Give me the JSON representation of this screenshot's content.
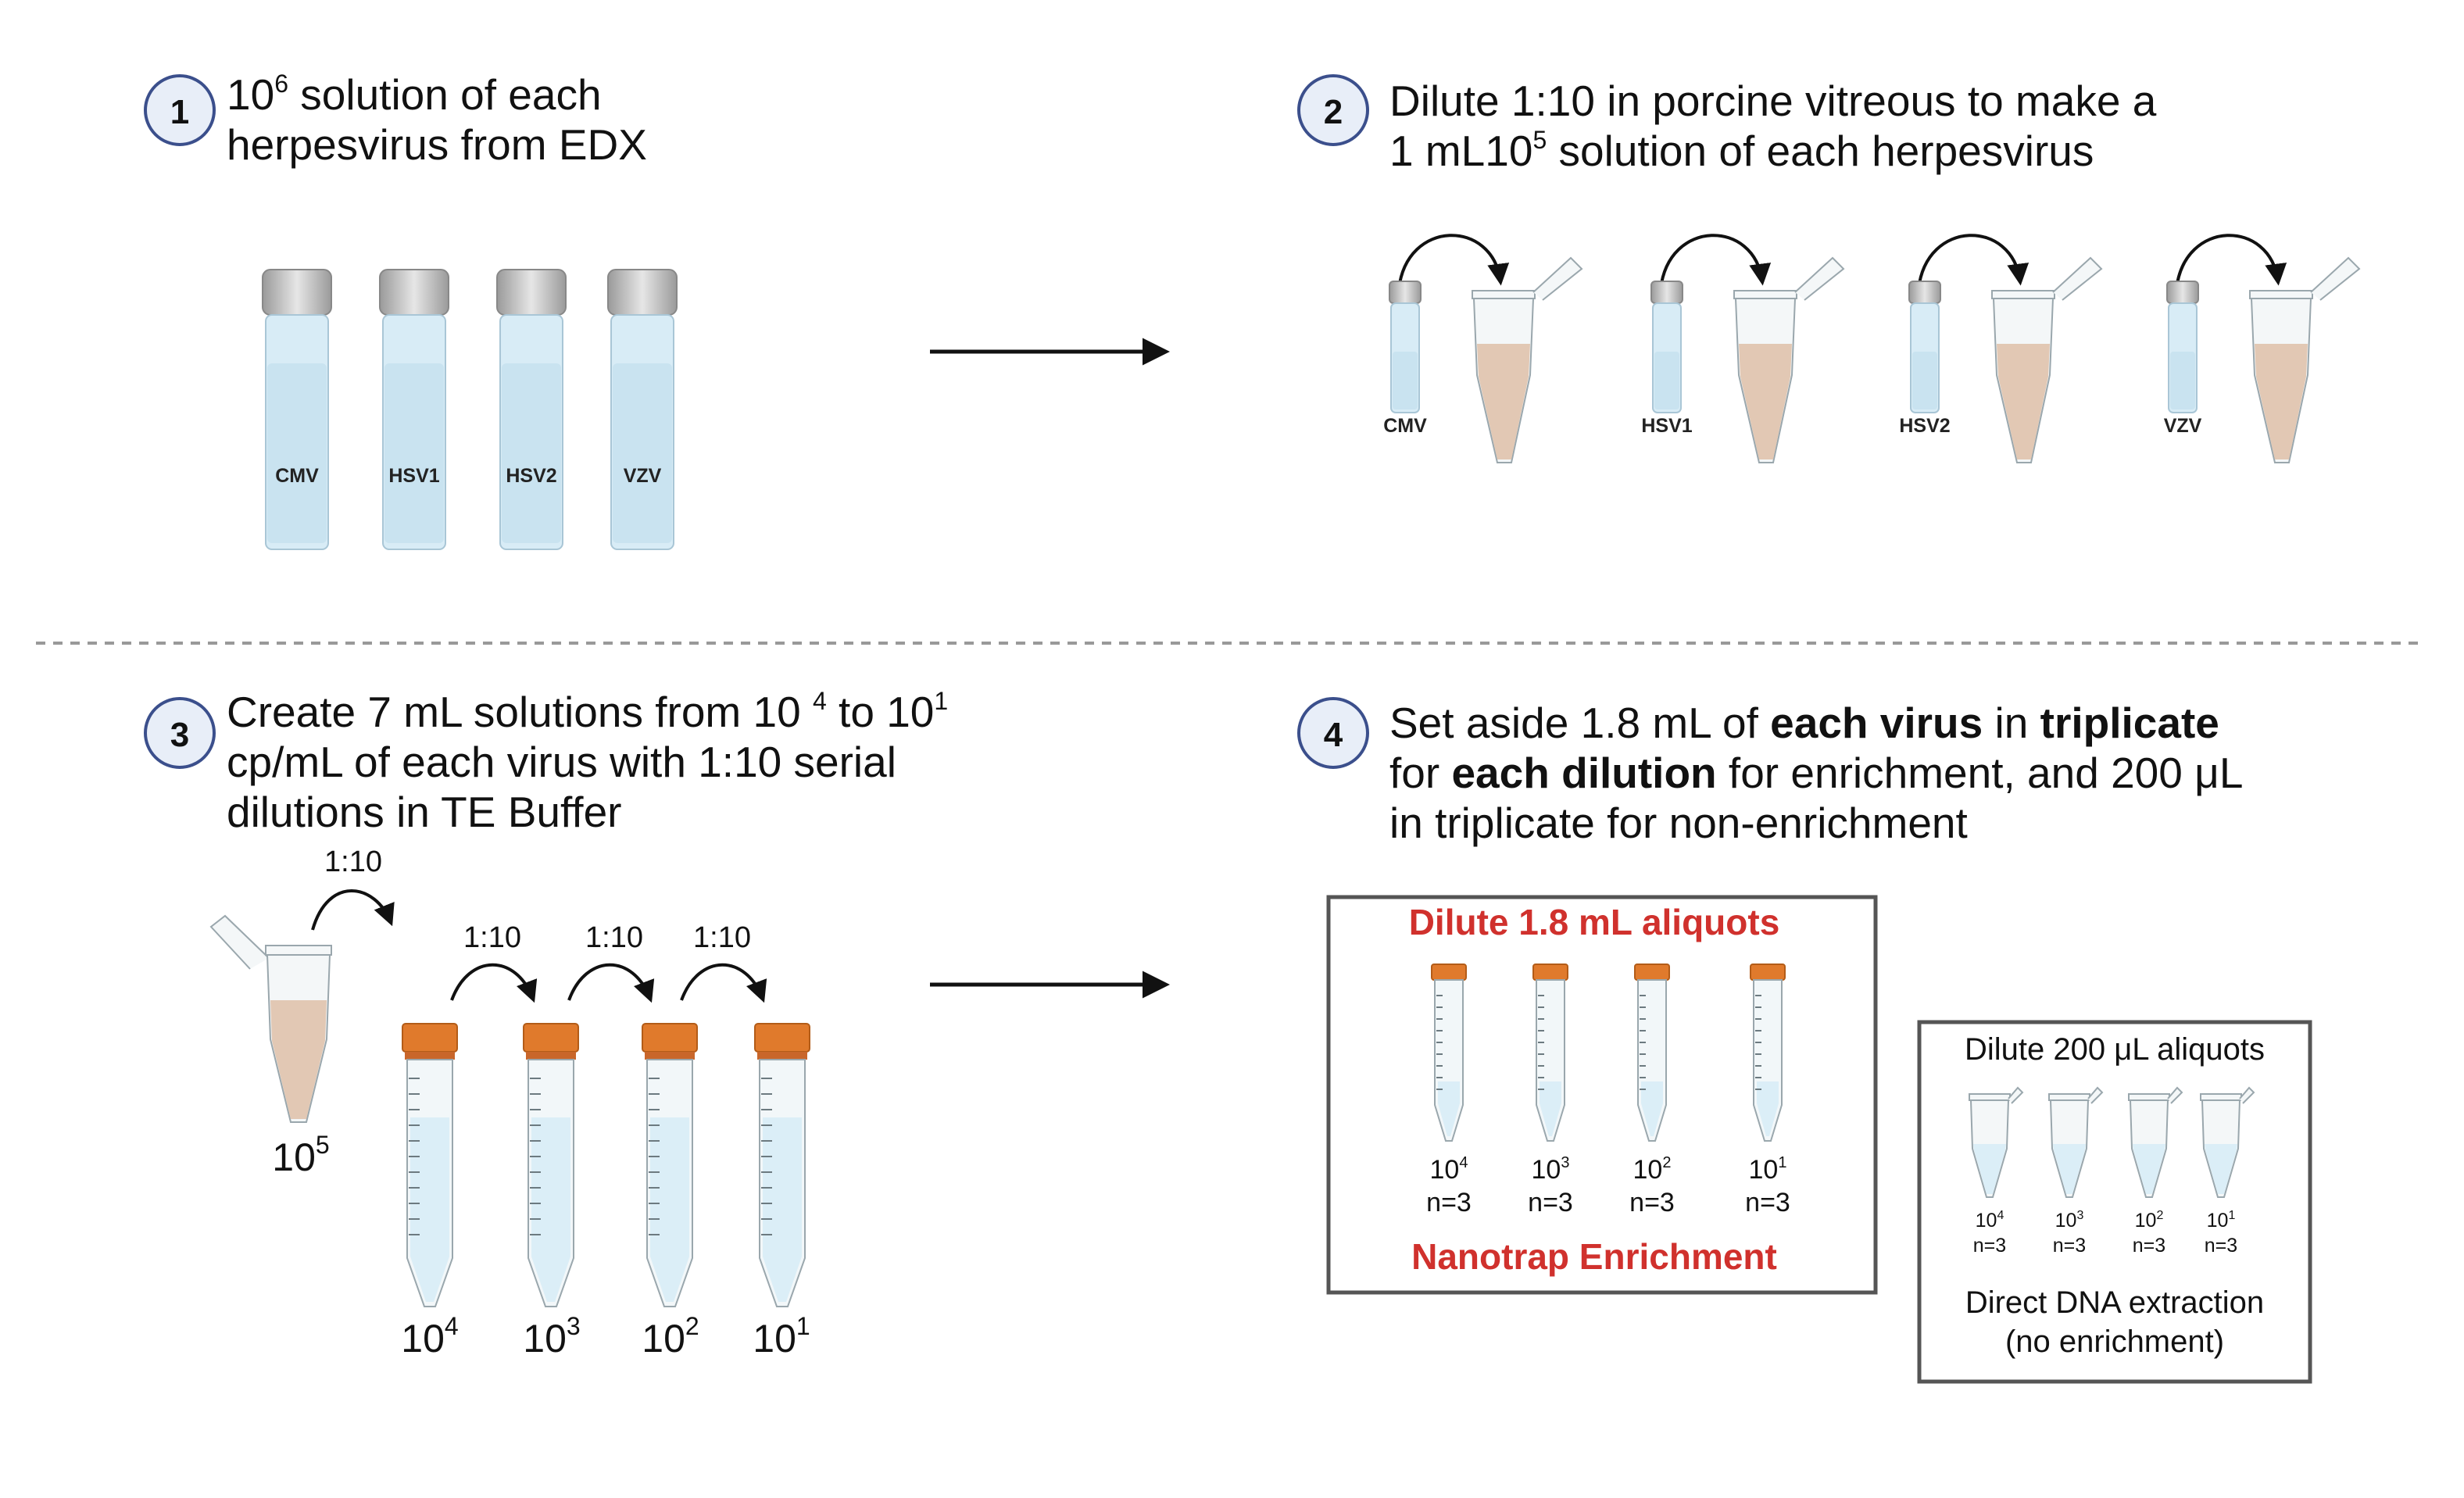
{
  "steps": [
    {
      "num": "1",
      "line1_base": "10",
      "line1_sup": "6",
      "line1_rest": " solution of each",
      "line2": "herpesvirus from EDX"
    },
    {
      "num": "2",
      "line1": "Dilute 1:10 in porcine vitreous to make a",
      "line2_base": "1 mL10",
      "line2_sup": "5",
      "line2_rest": " solution of each herpesvirus"
    },
    {
      "num": "3",
      "line1_a": "Create 7 mL solutions from 10 ",
      "line1_sup1": "4",
      "line1_b": " to 10",
      "line1_sup2": "1",
      "line2": "cp/mL of each virus with 1:10 serial",
      "line3": "dilutions in TE Buffer"
    },
    {
      "num": "4",
      "line1_a": "Set aside 1.8 mL  of ",
      "line1_bold1": "each virus",
      "line1_b": " in ",
      "line1_bold2": "triplicate",
      "line2_a": "for ",
      "line2_bold": "each dilution",
      "line2_b": " for enrichment, and 200 μL",
      "line3": "in triplicate for non-enrichment"
    }
  ],
  "viruses": [
    "CMV",
    "HSV1",
    "HSV2",
    "VZV"
  ],
  "step3": {
    "start_base": "10",
    "start_sup": "5",
    "ratio": "1:10",
    "tubes": [
      {
        "base": "10",
        "sup": "4"
      },
      {
        "base": "10",
        "sup": "3"
      },
      {
        "base": "10",
        "sup": "2"
      },
      {
        "base": "10",
        "sup": "1"
      }
    ]
  },
  "enrichment_box": {
    "title": "Dilute 1.8 mL aliquots",
    "footer": "Nanotrap Enrichment",
    "n_label": "n=3",
    "tubes": [
      {
        "base": "10",
        "sup": "4"
      },
      {
        "base": "10",
        "sup": "3"
      },
      {
        "base": "10",
        "sup": "2"
      },
      {
        "base": "10",
        "sup": "1"
      }
    ]
  },
  "direct_box": {
    "title": "Dilute 200 μL aliquots",
    "footer_line1": "Direct DNA extraction",
    "footer_line2": "(no enrichment)",
    "n_label": "n=3",
    "tubes": [
      {
        "base": "10",
        "sup": "4"
      },
      {
        "base": "10",
        "sup": "3"
      },
      {
        "base": "10",
        "sup": "2"
      },
      {
        "base": "10",
        "sup": "1"
      }
    ]
  },
  "colors": {
    "liquid_blue": "#c9e3f0",
    "vitreous": "#e2c8b4",
    "cap_orange": "#e07a2c",
    "accent_red": "#d0312d",
    "circle_fill": "#e8eef8",
    "circle_stroke": "#3b4f8c"
  }
}
